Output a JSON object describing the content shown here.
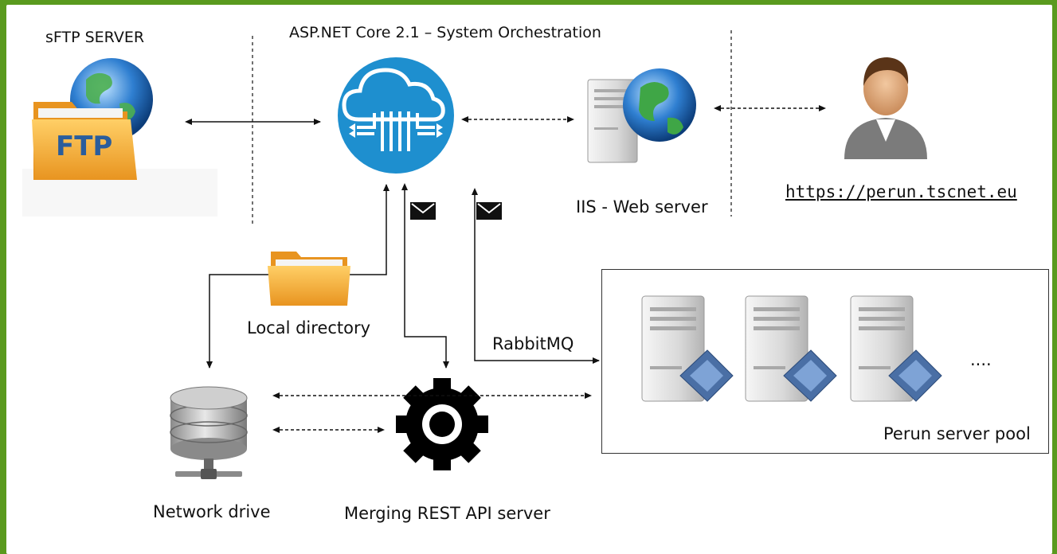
{
  "labels": {
    "sftp_server": "sFTP SERVER",
    "orchestration": "ASP.NET Core 2.1 – System Orchestration",
    "iis": "IIS - Web server",
    "url": "https://perun.tscnet.eu",
    "local_directory": "Local directory",
    "rabbitmq": "RabbitMQ",
    "network_drive": "Network drive",
    "merging_server": "Merging REST API server",
    "server_pool": "Perun server pool",
    "ellipsis": "....",
    "ftp_text": "FTP"
  },
  "colors": {
    "background": "#5a9a1e",
    "cloud_circle": "#1e8fcf",
    "folder": "#f2a93b",
    "gear": "#000000"
  }
}
